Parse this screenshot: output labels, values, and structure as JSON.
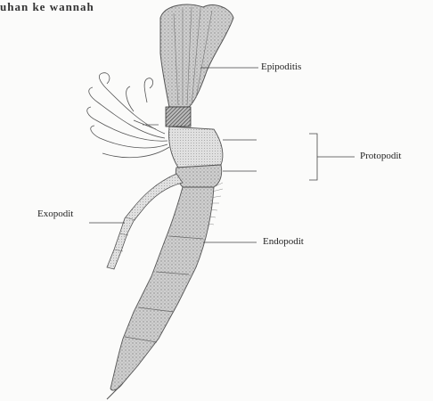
{
  "header_fragment": "uhan ke wannah",
  "labels": {
    "epipodite": "Epipoditis",
    "protopodit": "Protopodit",
    "exopodit": "Exopodit",
    "endopodit": "Endopodit"
  }
}
